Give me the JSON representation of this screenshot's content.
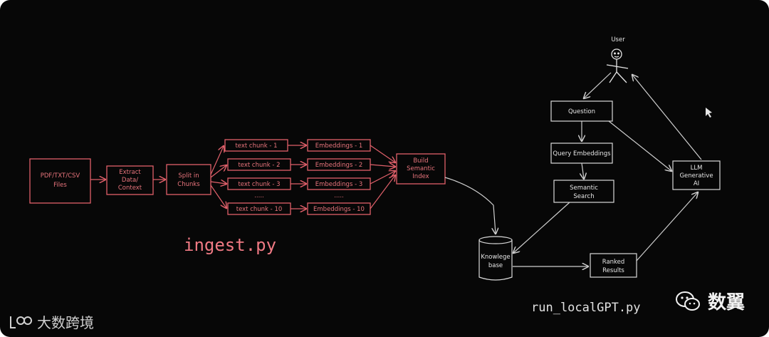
{
  "ingest": {
    "source": [
      "PDF/TXT/CSV",
      "Files"
    ],
    "extract": [
      "Extract",
      "Data/",
      "Context"
    ],
    "split": [
      "Split in",
      "Chunks"
    ],
    "chunks": [
      "text chunk - 1",
      "text chunk - 2",
      "text chunk - 3",
      "text chunk - 10"
    ],
    "embeddings": [
      "Embeddings - 1",
      "Embeddings - 2",
      "Embeddings - 3",
      "Embeddings - 10"
    ],
    "ellipsis": ".....",
    "build_index": [
      "Build",
      "Semantic",
      "Index"
    ],
    "script_label": "ingest.py"
  },
  "query": {
    "user": "User",
    "question": "Question",
    "query_embeddings": "Query Embeddings",
    "semantic_search": [
      "Semantic",
      "Search"
    ],
    "knowledge_base": [
      "Knowlege",
      "base"
    ],
    "ranked_results": [
      "Ranked",
      "Results"
    ],
    "llm": [
      "LLM",
      "Generative",
      "AI"
    ],
    "script_label": "run_localGPT.py"
  },
  "watermarks": {
    "right": "数翼",
    "left": "大数跨境"
  },
  "colors": {
    "ingest_accent": "#e0606a",
    "query_accent": "#d9d9d9",
    "background": "#070707"
  }
}
